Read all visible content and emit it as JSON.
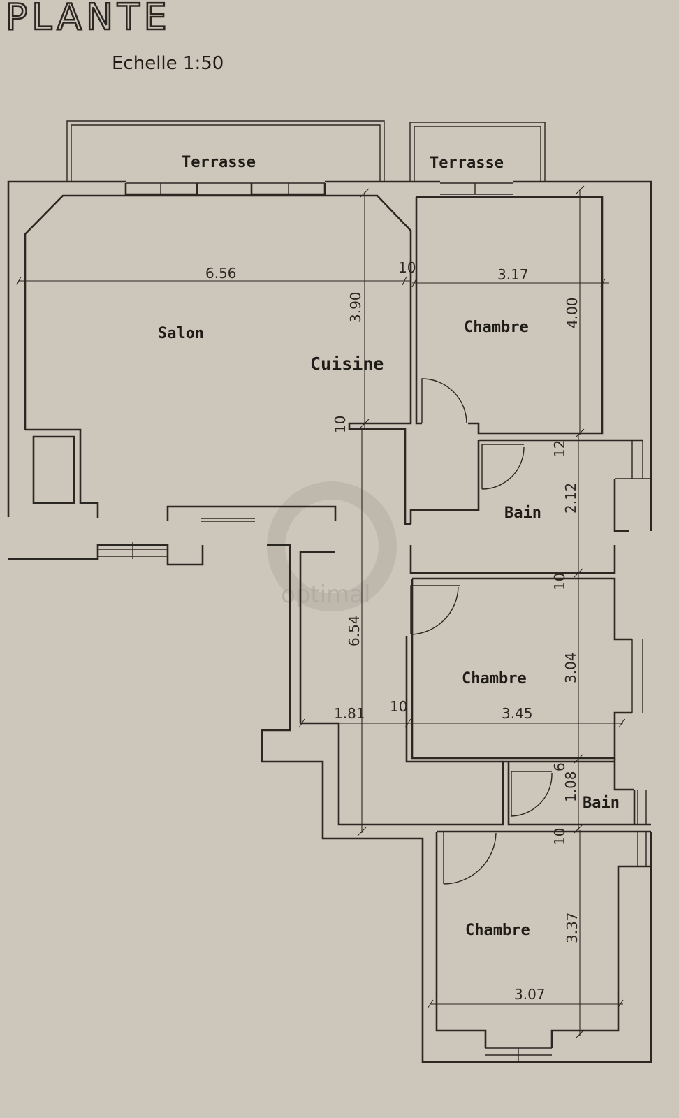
{
  "title": "PLANTE",
  "scale": "Echelle  1:50",
  "watermark": "optimal",
  "colors": {
    "paper": "#cdc7bb",
    "ink": "#2b2722",
    "watermark": "#a59c94"
  },
  "rooms": {
    "terrasse_1": "Terrasse",
    "terrasse_2": "Terrasse",
    "salon": "Salon",
    "cuisine": "Cuisine",
    "chambre_1": "Chambre",
    "bain_1": "Bain",
    "chambre_2": "Chambre",
    "bain_2": "Bain",
    "chambre_3": "Chambre"
  },
  "dimensions": {
    "salon_width": "6.56",
    "wall_1": "10",
    "chambre_1_width": "3.17",
    "cuisine_depth": "3.90",
    "chambre_1_depth": "4.00",
    "wall_2": "10",
    "wall_3": "12",
    "bain_1_depth": "2.12",
    "wall_4": "10",
    "corridor_length": "6.54",
    "corridor_width": "1.81",
    "wall_5": "10",
    "chambre_2_width": "3.45",
    "chambre_2_depth": "3.04",
    "wall_6": "6",
    "bain_2_depth": "1.08",
    "wall_7": "10",
    "chambre_3_depth": "3.37",
    "chambre_3_width": "3.07"
  }
}
